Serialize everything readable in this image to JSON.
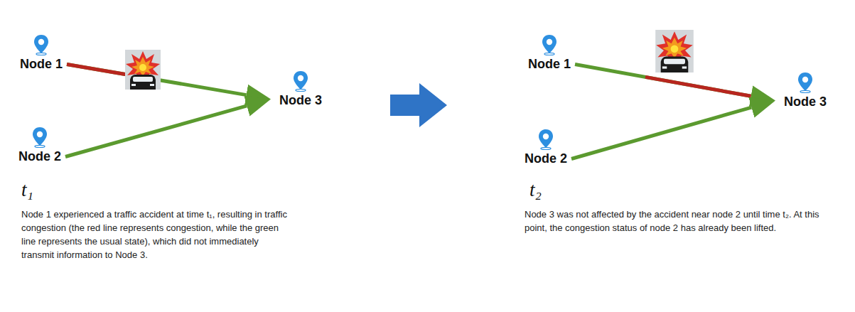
{
  "diagram": {
    "nodes": [
      {
        "text": [
          "Node 1"
        ]
      },
      {
        "text": [
          "Node 2"
        ]
      },
      {
        "text": [
          "Node 3"
        ]
      },
      {
        "text": [
          "Node 1"
        ]
      },
      {
        "text": [
          "Node 2"
        ]
      },
      {
        "text": [
          "Node 3"
        ]
      }
    ],
    "edges": [
      {
        "from": 0,
        "to": 2,
        "arrow": "to"
      },
      {
        "from": 1,
        "to": 2,
        "arrow": "to"
      },
      {
        "from": 3,
        "to": 5,
        "arrow": "to"
      },
      {
        "from": 4,
        "to": 5,
        "arrow": "to"
      }
    ],
    "labels": [
      "t₁",
      "Node 1 experienced a traffic accident at time t₁, resulting in traffic congestion (the red line represents congestion, while the green line represents the usual state), which did not immediately transmit information to Node 3.",
      "t₂",
      "Node 3 was not affected by the accident near node 2 until time t₂. At this point, the congestion status of node 2 has already been lifted."
    ]
  }
}
